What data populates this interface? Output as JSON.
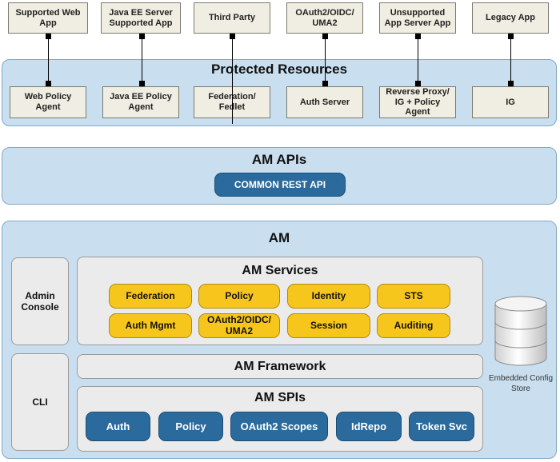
{
  "top_apps": [
    "Supported Web App",
    "Java EE Server Supported App",
    "Third Party",
    "OAuth2/OIDC/ UMA2",
    "Unsupported App Server App",
    "Legacy App"
  ],
  "protected": {
    "title": "Protected Resources",
    "agents": [
      "Web Policy Agent",
      "Java EE Policy Agent",
      "Federation/ Fedlet",
      "Auth Server",
      "Reverse Proxy/ IG + Policy Agent",
      "IG"
    ]
  },
  "apis": {
    "title": "AM APIs",
    "button": "COMMON REST API"
  },
  "am": {
    "title": "AM",
    "admin_console": "Admin Console",
    "cli": "CLI",
    "services": {
      "title": "AM Services",
      "items": [
        "Federation",
        "Policy",
        "Identity",
        "STS",
        "Auth Mgmt",
        "OAuth2/OIDC/ UMA2",
        "Session",
        "Auditing"
      ]
    },
    "framework": "AM Framework",
    "spis": {
      "title": "AM SPIs",
      "items": [
        "Auth",
        "Policy",
        "OAuth2 Scopes",
        "IdRepo",
        "Token Svc"
      ]
    },
    "store_label": "Embedded Config Store"
  },
  "colors": {
    "panel": "#c9dff0",
    "service": "#f7c61c",
    "spi": "#2a6a9c"
  }
}
